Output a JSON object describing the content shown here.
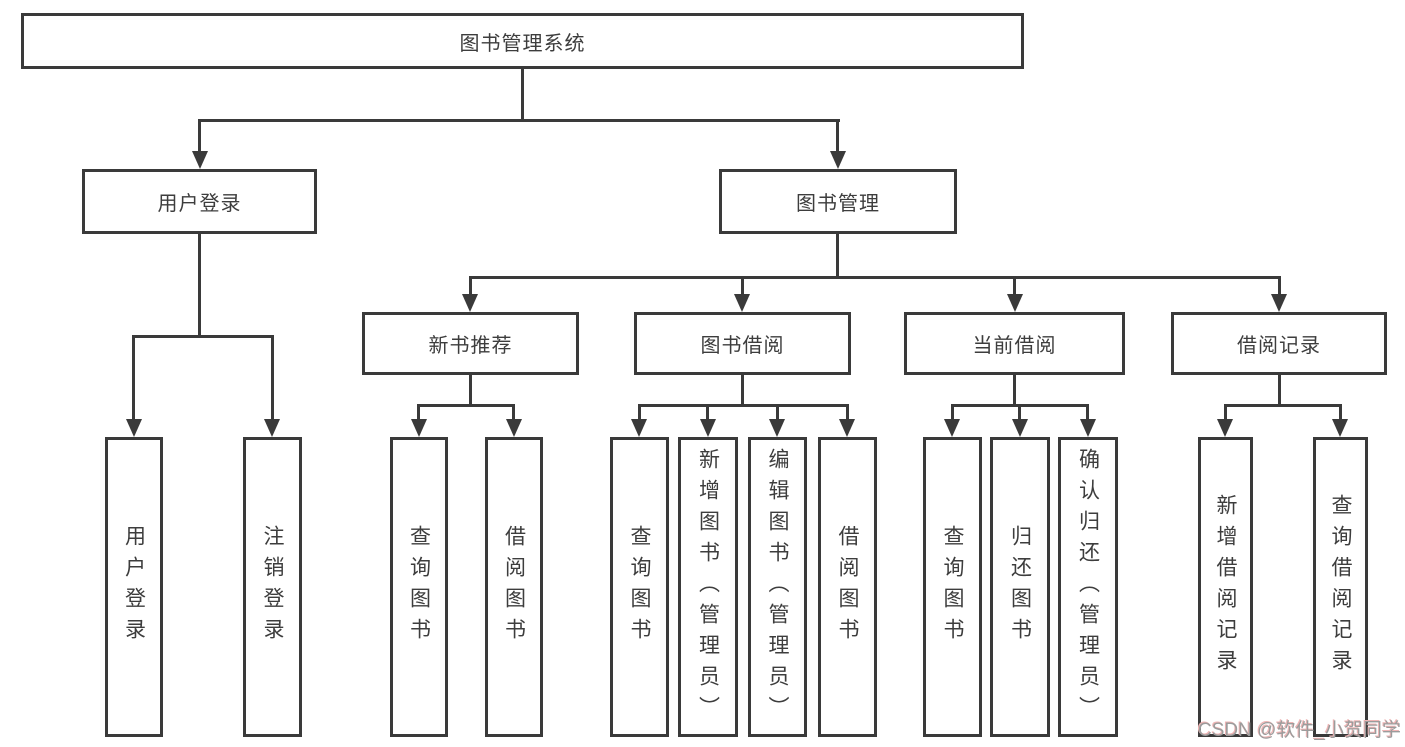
{
  "diagram": {
    "root": {
      "label": "图书管理系统"
    },
    "level2": [
      {
        "label": "用户登录"
      },
      {
        "label": "图书管理"
      }
    ],
    "level3": [
      {
        "label": "新书推荐"
      },
      {
        "label": "图书借阅"
      },
      {
        "label": "当前借阅"
      },
      {
        "label": "借阅记录"
      }
    ],
    "leaves": [
      {
        "label": "用户登录"
      },
      {
        "label": "注销登录"
      },
      {
        "label": "查询图书"
      },
      {
        "label": "借阅图书"
      },
      {
        "label": "查询图书"
      },
      {
        "label": "新增图书（管理员）"
      },
      {
        "label": "编辑图书（管理员）"
      },
      {
        "label": "借阅图书"
      },
      {
        "label": "查询图书"
      },
      {
        "label": "归还图书"
      },
      {
        "label": "确认归还（管理员）"
      },
      {
        "label": "新增借阅记录"
      },
      {
        "label": "查询借阅记录"
      }
    ]
  },
  "watermark": {
    "text": "CSDN @软件_小贺同学"
  },
  "colors": {
    "line": "#3a3a3a",
    "text": "#3d3d3d",
    "background": "#ffffff",
    "watermark_text": "#9c9c9c",
    "watermark_shadow": "#efb5b5"
  }
}
